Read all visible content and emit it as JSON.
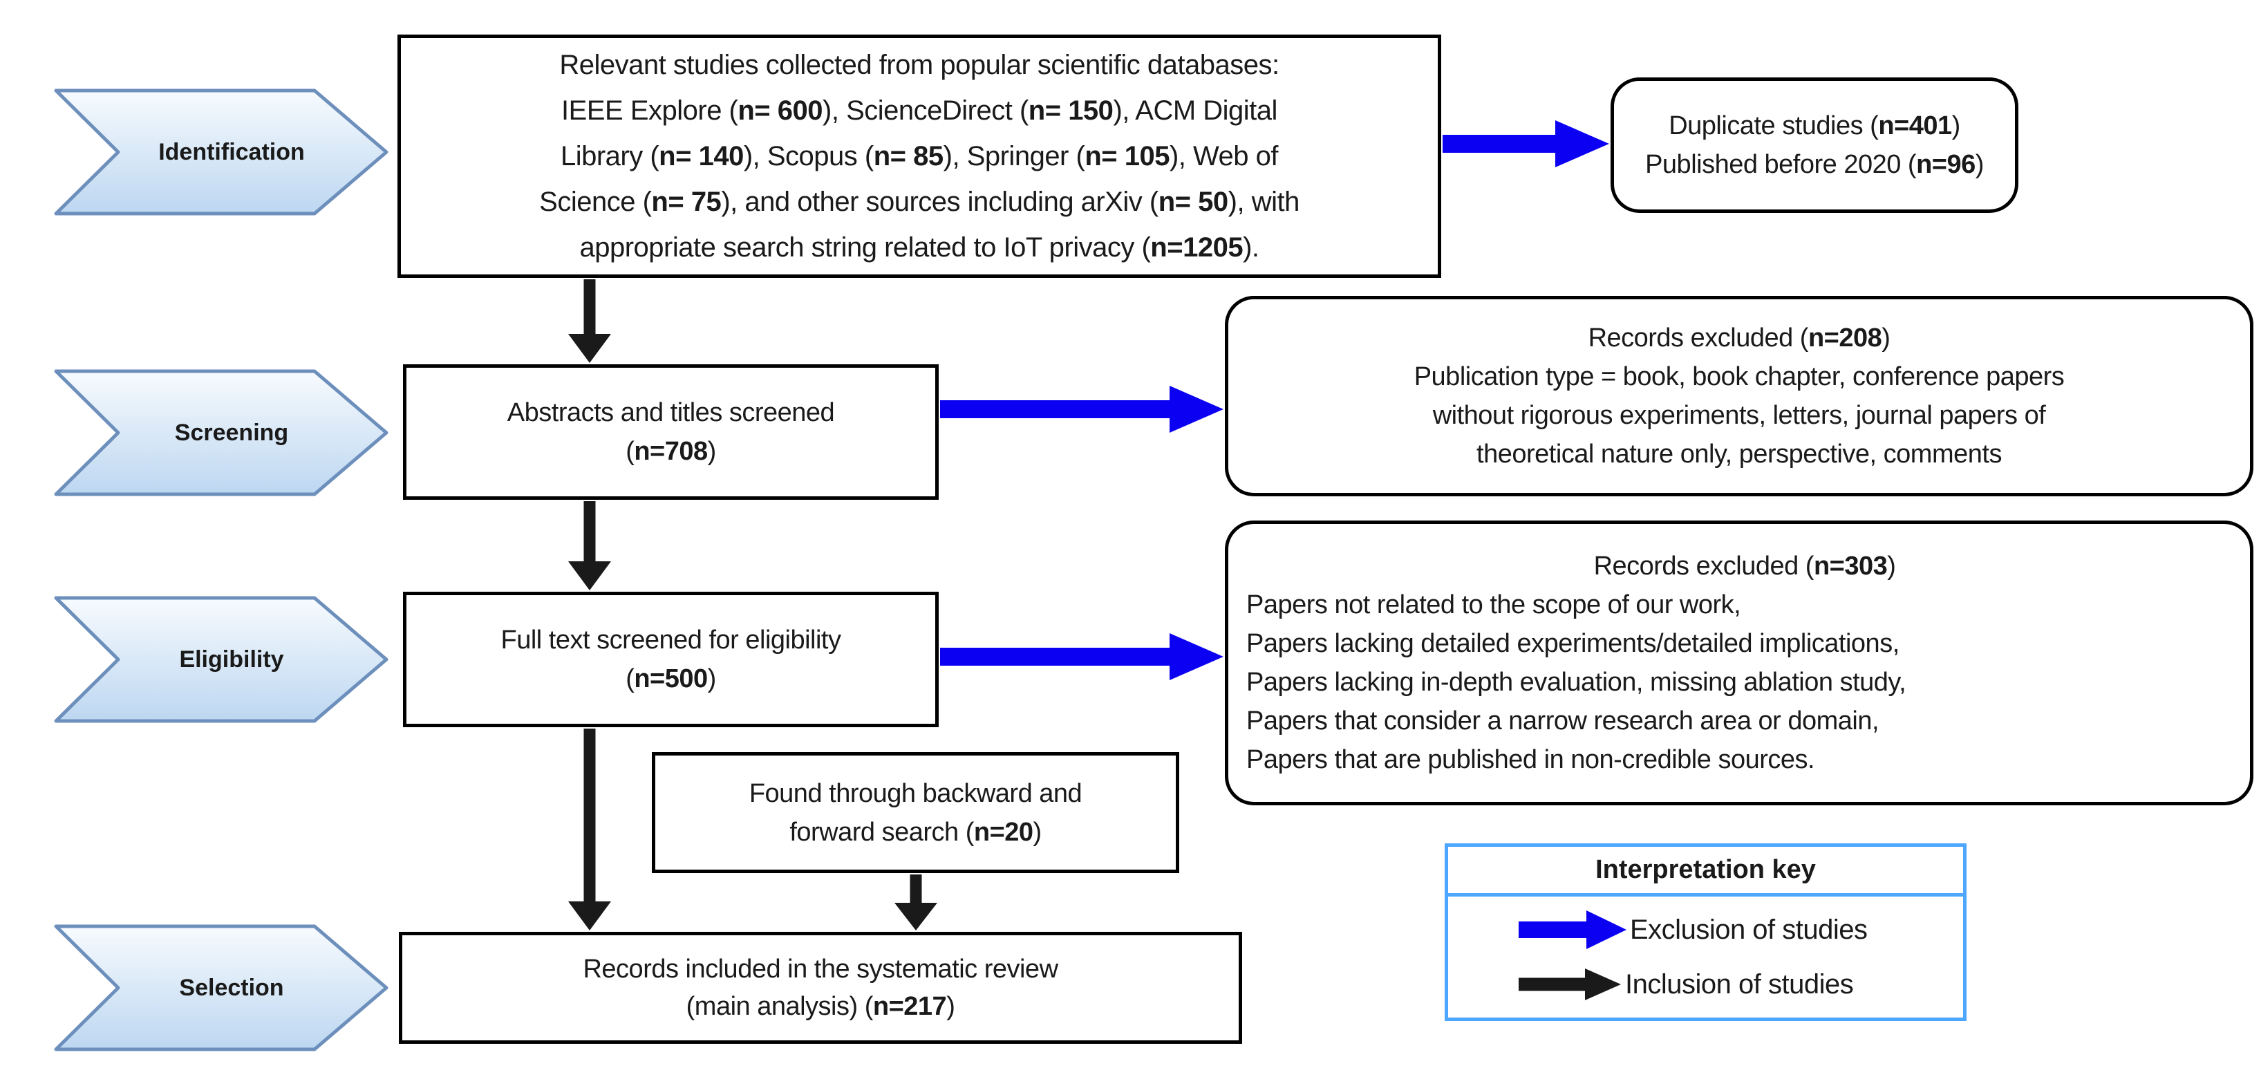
{
  "stages": [
    {
      "label": "Identification"
    },
    {
      "label": "Screening"
    },
    {
      "label": "Eligibility"
    },
    {
      "label": "Selection"
    }
  ],
  "boxes": {
    "sources": {
      "lines": [
        [
          {
            "t": "Relevant studies collected from popular scientific databases:"
          }
        ],
        [
          {
            "t": "IEEE Explore ("
          },
          {
            "t": "n= 600",
            "b": true
          },
          {
            "t": "), ScienceDirect ("
          },
          {
            "t": "n= 150",
            "b": true
          },
          {
            "t": "), ACM Digital"
          }
        ],
        [
          {
            "t": "Library ("
          },
          {
            "t": "n= 140",
            "b": true
          },
          {
            "t": "), Scopus ("
          },
          {
            "t": "n= 85",
            "b": true
          },
          {
            "t": "), Springer ("
          },
          {
            "t": "n= 105",
            "b": true
          },
          {
            "t": "), Web of"
          }
        ],
        [
          {
            "t": "Science ("
          },
          {
            "t": "n= 75",
            "b": true
          },
          {
            "t": "), and other sources including arXiv ("
          },
          {
            "t": "n= 50",
            "b": true
          },
          {
            "t": "), with"
          }
        ],
        [
          {
            "t": "appropriate search string related to IoT privacy ("
          },
          {
            "t": "n=1205",
            "b": true
          },
          {
            "t": ")."
          }
        ]
      ]
    },
    "duplicates": {
      "lines": [
        [
          {
            "t": "Duplicate studies ("
          },
          {
            "t": "n=401",
            "b": true
          },
          {
            "t": ")"
          }
        ],
        [
          {
            "t": "Published before 2020 ("
          },
          {
            "t": "n=96",
            "b": true
          },
          {
            "t": ")"
          }
        ]
      ]
    },
    "screening": {
      "lines": [
        [
          {
            "t": "Abstracts and titles screened"
          }
        ],
        [
          {
            "t": "("
          },
          {
            "t": "n=708",
            "b": true
          },
          {
            "t": ")"
          }
        ]
      ]
    },
    "excluded_screening": {
      "title": [
        {
          "t": "Records excluded ("
        },
        {
          "t": "n=208",
          "b": true
        },
        {
          "t": ")"
        }
      ],
      "lines": [
        [
          {
            "t": "Publication type = book, book chapter, conference papers"
          }
        ],
        [
          {
            "t": "without rigorous experiments, letters, journal papers of"
          }
        ],
        [
          {
            "t": "theoretical nature only, perspective, comments"
          }
        ]
      ]
    },
    "eligibility": {
      "lines": [
        [
          {
            "t": "Full text screened for eligibility"
          }
        ],
        [
          {
            "t": "("
          },
          {
            "t": "n=500",
            "b": true
          },
          {
            "t": ")"
          }
        ]
      ]
    },
    "excluded_eligibility": {
      "title": [
        {
          "t": "Records excluded ("
        },
        {
          "t": "n=303",
          "b": true
        },
        {
          "t": ")"
        }
      ],
      "lines": [
        [
          {
            "t": "Papers not related to the scope of our work,"
          }
        ],
        [
          {
            "t": "Papers lacking detailed experiments/detailed implications,"
          }
        ],
        [
          {
            "t": "Papers lacking in-depth evaluation, missing ablation study,"
          }
        ],
        [
          {
            "t": "Papers that consider a narrow research area or domain,"
          }
        ],
        [
          {
            "t": "Papers that are published in non-credible sources."
          }
        ]
      ]
    },
    "snowball": {
      "lines": [
        [
          {
            "t": "Found through backward and"
          }
        ],
        [
          {
            "t": "forward search ("
          },
          {
            "t": "n=20",
            "b": true
          },
          {
            "t": ")"
          }
        ]
      ]
    },
    "included": {
      "lines": [
        [
          {
            "t": "Records included in the systematic review"
          }
        ],
        [
          {
            "t": "(main analysis) ("
          },
          {
            "t": "n=217",
            "b": true
          },
          {
            "t": ")"
          }
        ]
      ]
    }
  },
  "legend": {
    "title": "Interpretation key",
    "items": [
      {
        "label": "Exclusion of studies",
        "color": "#0b00f2"
      },
      {
        "label": "Inclusion of studies",
        "color": "#1a1a1a"
      }
    ]
  },
  "colors": {
    "exclusion_arrow": "#0b00f2",
    "inclusion_arrow": "#1a1a1a",
    "box_border": "#000000",
    "stage_border": "#6d8fbc",
    "stage_fill_top": "#f7fbfe",
    "stage_fill_bottom": "#bdd7f1",
    "legend_border": "#4da6ff"
  }
}
